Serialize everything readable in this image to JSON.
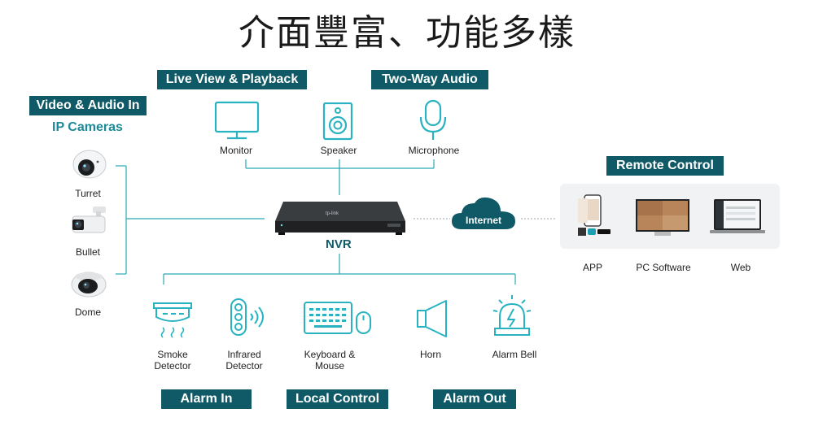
{
  "title": "介面豐富、功能多樣",
  "tags": {
    "video_audio_in": "Video & Audio In",
    "live_view": "Live View & Playback",
    "two_way_audio": "Two-Way Audio",
    "remote_control": "Remote Control",
    "alarm_in": "Alarm In",
    "local_control": "Local Control",
    "alarm_out": "Alarm Out"
  },
  "ip_cameras": "IP Cameras",
  "cameras": [
    "Turret",
    "Bullet",
    "Dome"
  ],
  "outputs": [
    "Monitor",
    "Speaker",
    "Microphone"
  ],
  "nvr": "NVR",
  "internet": "Internet",
  "remote": [
    "APP",
    "PC Software",
    "Web"
  ],
  "alarm_in_devices": [
    "Smoke\nDetector",
    "Infrared\nDetector"
  ],
  "local_devices": [
    "Keyboard &\nMouse"
  ],
  "alarm_out_devices": [
    "Horn",
    "Alarm Bell"
  ],
  "colors": {
    "accent": "#0f5a66",
    "icon": "#29b3c0",
    "subhead": "#1c8a97"
  }
}
